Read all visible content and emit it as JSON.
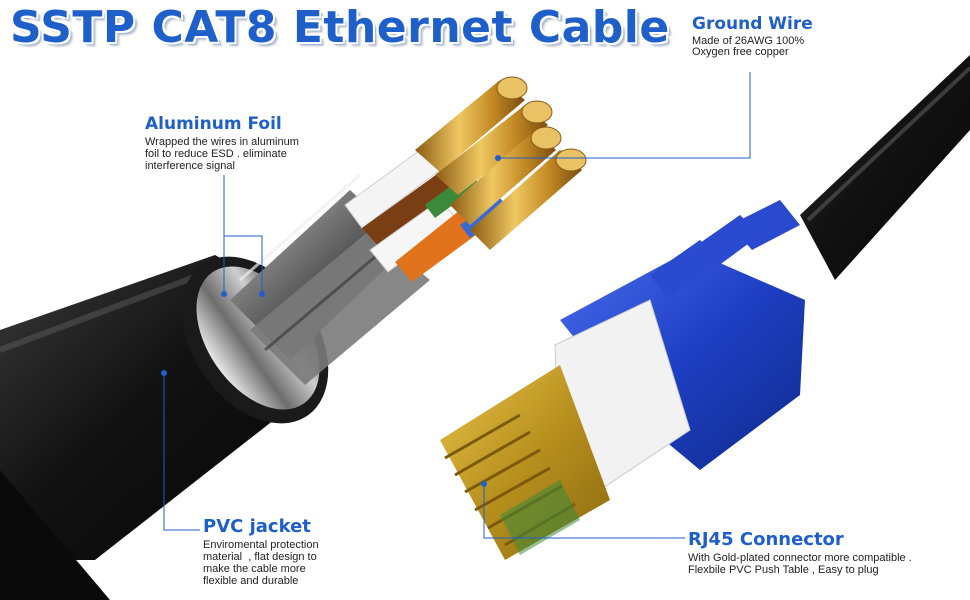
{
  "title": "SSTP CAT8 Ethernet Cable",
  "callouts": {
    "ground_wire": {
      "heading": "Ground Wire",
      "line1": "Made of 26AWG 100%",
      "line2": "Oxygen free copper"
    },
    "aluminum_foil": {
      "heading": "Aluminum Foil",
      "line1": "Wrapped the wires in aluminum",
      "line2": "foil to reduce ESD . eliminate",
      "line3": "interference signal"
    },
    "pvc_jacket": {
      "heading": "PVC jacket",
      "line1": "Enviromental protection",
      "line2": "material  , flat design to",
      "line3": "make the cable more",
      "line4": "flexible and durable"
    },
    "rj45_connector": {
      "heading": "RJ45 Connector",
      "line1": "With Gold-plated connector more compatible .",
      "line2": "Flexbile PVC Push Table , Easy to plug"
    }
  },
  "colors": {
    "accent": "#1f5fc9",
    "cable_jacket": "#141414",
    "boot": "#1f3fbf",
    "gold": "#c99a2a",
    "copper": "#c88a3a"
  }
}
